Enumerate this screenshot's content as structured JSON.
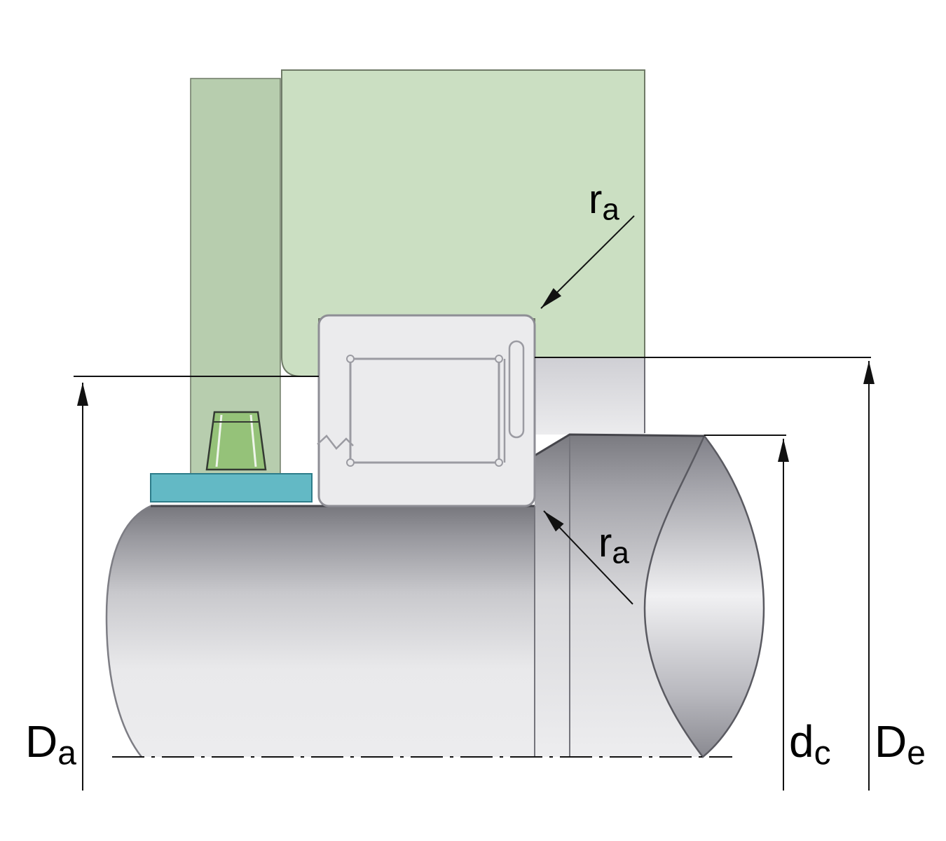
{
  "diagram": {
    "type": "bearing-mounting-cross-section",
    "labels": {
      "Da": {
        "main": "D",
        "sub": "a"
      },
      "De": {
        "main": "D",
        "sub": "e"
      },
      "dc": {
        "main": "d",
        "sub": "c"
      },
      "ra_top": {
        "main": "r",
        "sub": "a"
      },
      "ra_bottom": {
        "main": "r",
        "sub": "a"
      }
    },
    "colors": {
      "background": "#ffffff",
      "housing_green": "#cbdfc2",
      "housing_green_dark": "#b7cdae",
      "housing_outline": "#6f7a67",
      "bearing_fill": "#ebebed",
      "bearing_outline": "#8e8e95",
      "seal_teal": "#63b9c5",
      "seal_outline": "#2e7d8a",
      "clamp_green": "#95c279",
      "clamp_outline": "#343a33",
      "shaft_dark": "#77777d",
      "shaft_mid": "#c9c9cd",
      "shaft_light": "#ececee",
      "dim_line": "#111111"
    }
  }
}
